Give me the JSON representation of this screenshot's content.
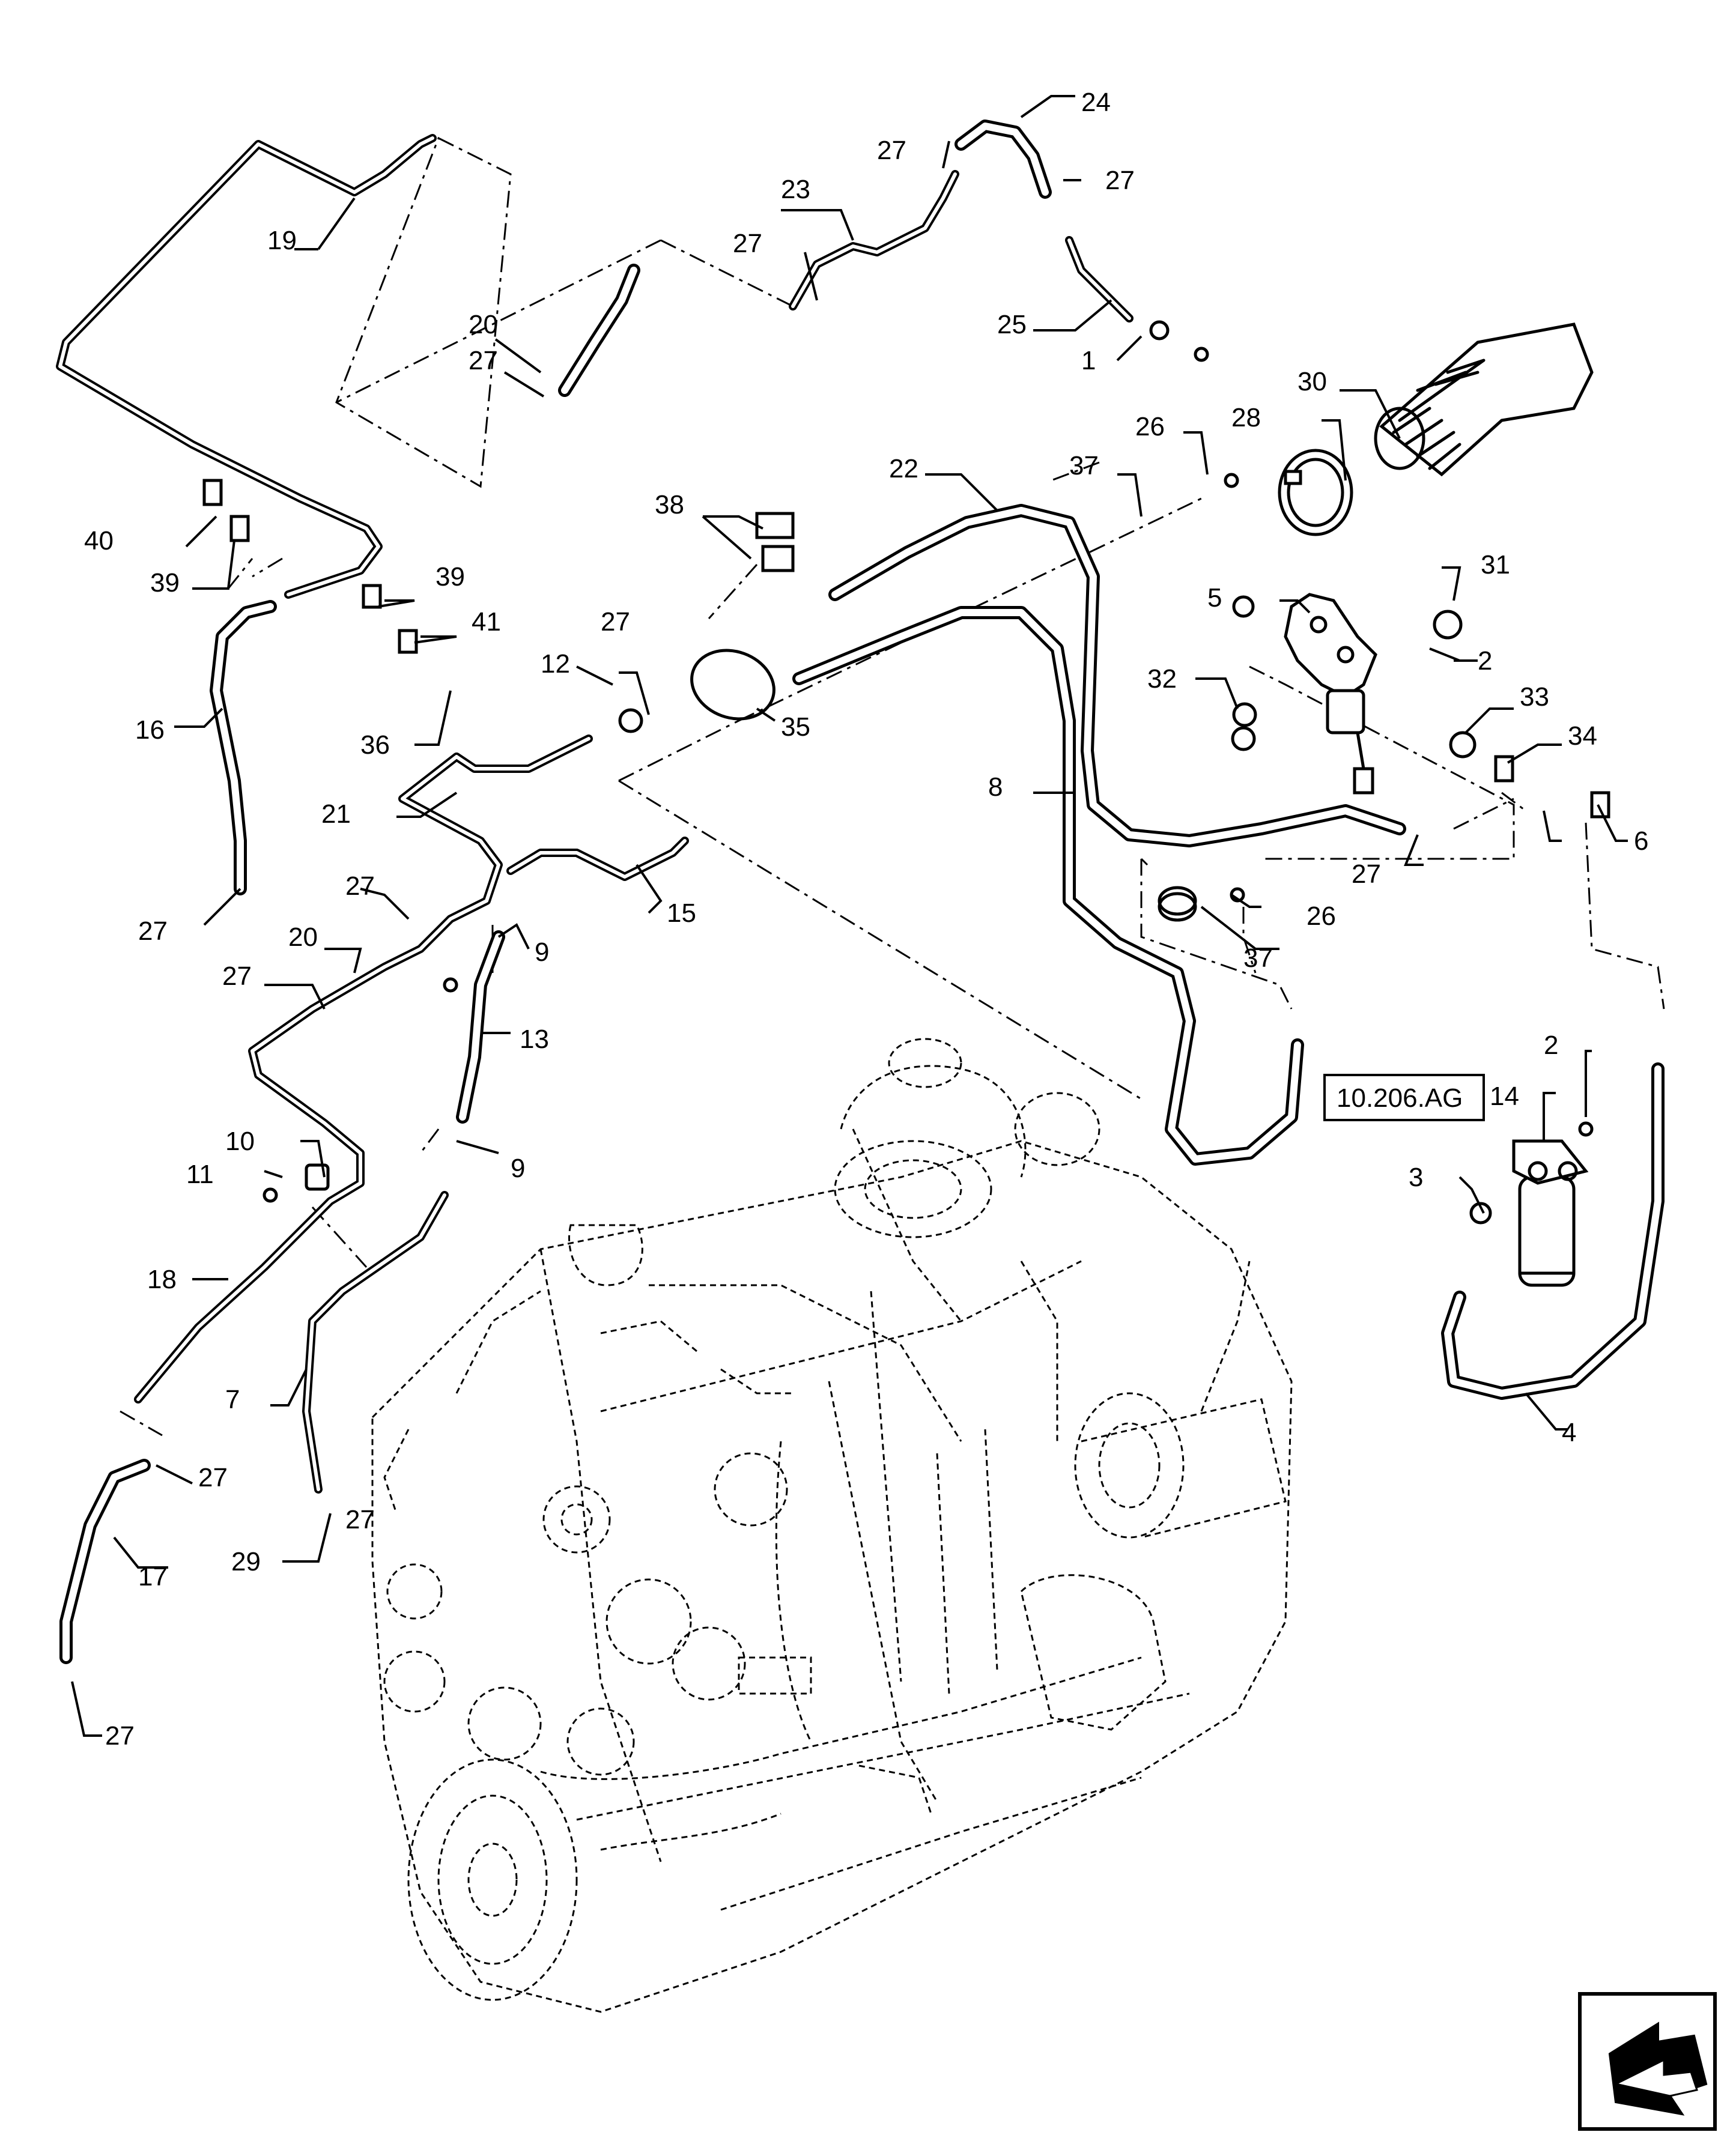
{
  "reference_box": "10.206.AG",
  "callouts": {
    "c1": "1",
    "c2a": "2",
    "c2b": "2",
    "c3": "3",
    "c4": "4",
    "c5": "5",
    "c6": "6",
    "c7": "7",
    "c8": "8",
    "c9a": "9",
    "c9b": "9",
    "c10": "10",
    "c11": "11",
    "c12": "12",
    "c13": "13",
    "c14": "14",
    "c15": "15",
    "c16": "16",
    "c17": "17",
    "c18": "18",
    "c19": "19",
    "c20a": "20",
    "c20b": "20",
    "c21": "21",
    "c22": "22",
    "c23": "23",
    "c24": "24",
    "c25": "25",
    "c26a": "26",
    "c26b": "26",
    "c27a": "27",
    "c27b": "27",
    "c27c": "27",
    "c27d": "27",
    "c27e": "27",
    "c27f": "27",
    "c27g": "27",
    "c27h": "27",
    "c27i": "27",
    "c27j": "27",
    "c27k": "27",
    "c27l": "27",
    "c28": "28",
    "c29": "29",
    "c30": "30",
    "c31": "31",
    "c32": "32",
    "c33": "33",
    "c34": "34",
    "c35": "35",
    "c36": "36",
    "c37a": "37",
    "c37b": "37",
    "c38": "38",
    "c39a": "39",
    "c39b": "39",
    "c40": "40",
    "c41": "41"
  },
  "icons": {
    "nav_arrow": "front-direction-arrow-icon"
  }
}
